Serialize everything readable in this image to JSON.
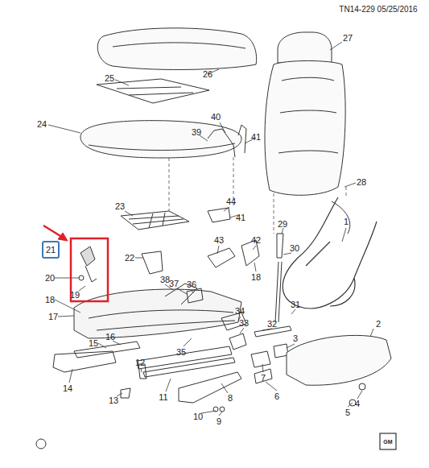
{
  "diagram": {
    "nodes": [
      {
        "text": [
          "21"
        ]
      }
    ],
    "labels": [
      "TN14-229 05/25/2016",
      "26",
      "25",
      "24",
      "27",
      "39",
      "40",
      "41",
      "28",
      "1",
      "23",
      "44",
      "41",
      "43",
      "42",
      "18",
      "29",
      "30",
      "22",
      "20",
      "19",
      "38",
      "37",
      "36",
      "18",
      "17",
      "15",
      "16",
      "14",
      "34",
      "33",
      "35",
      "31",
      "32",
      "3",
      "2",
      "7",
      "6",
      "4",
      "5",
      "12",
      "13",
      "11",
      "8",
      "10",
      "9",
      "GM"
    ]
  }
}
